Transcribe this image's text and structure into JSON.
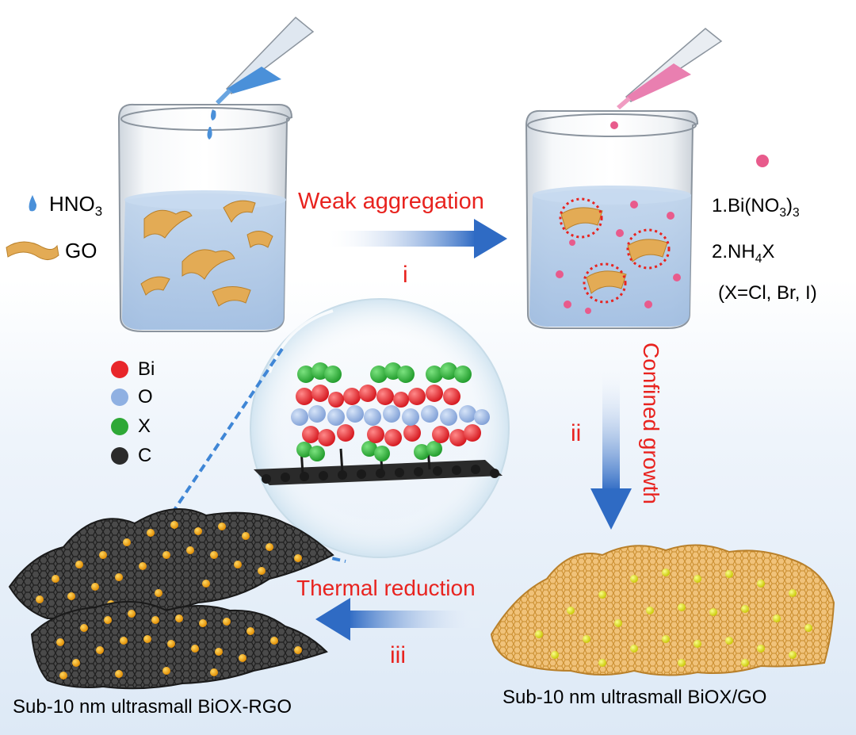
{
  "left_legend": {
    "acid": "HNO",
    "acid_sub": "3",
    "sheet": "GO"
  },
  "reagents": {
    "line1_prefix": "1.Bi(NO",
    "line1_sub1": "3",
    "line1_mid": ")",
    "line1_sub2": "3",
    "line2_prefix": "2.NH",
    "line2_sub": "4",
    "line2_suffix": "X",
    "line3": "(X=Cl, Br, I)"
  },
  "steps": {
    "step1_label": "Weak aggregation",
    "step1_roman": "i",
    "step2_label": "Confined  growth",
    "step2_roman": "ii",
    "step3_label": "Thermal reduction",
    "step3_roman": "iii"
  },
  "atom_legend": [
    {
      "symbol": "Bi",
      "color": "#e8262a"
    },
    {
      "symbol": "O",
      "color": "#8fb0e2"
    },
    {
      "symbol": "X",
      "color": "#2ea836"
    },
    {
      "symbol": "C",
      "color": "#2b2b2b"
    }
  ],
  "products": {
    "left": "Sub-10 nm ultrasmall BiOX-RGO",
    "right": "Sub-10 nm ultrasmall BiOX/GO"
  },
  "colors": {
    "accent_red": "#e8231f",
    "arrow_blue": "#2f6bc4",
    "go_sheet": "#e3ab55",
    "rgo_sheet": "#3a3a3a"
  }
}
